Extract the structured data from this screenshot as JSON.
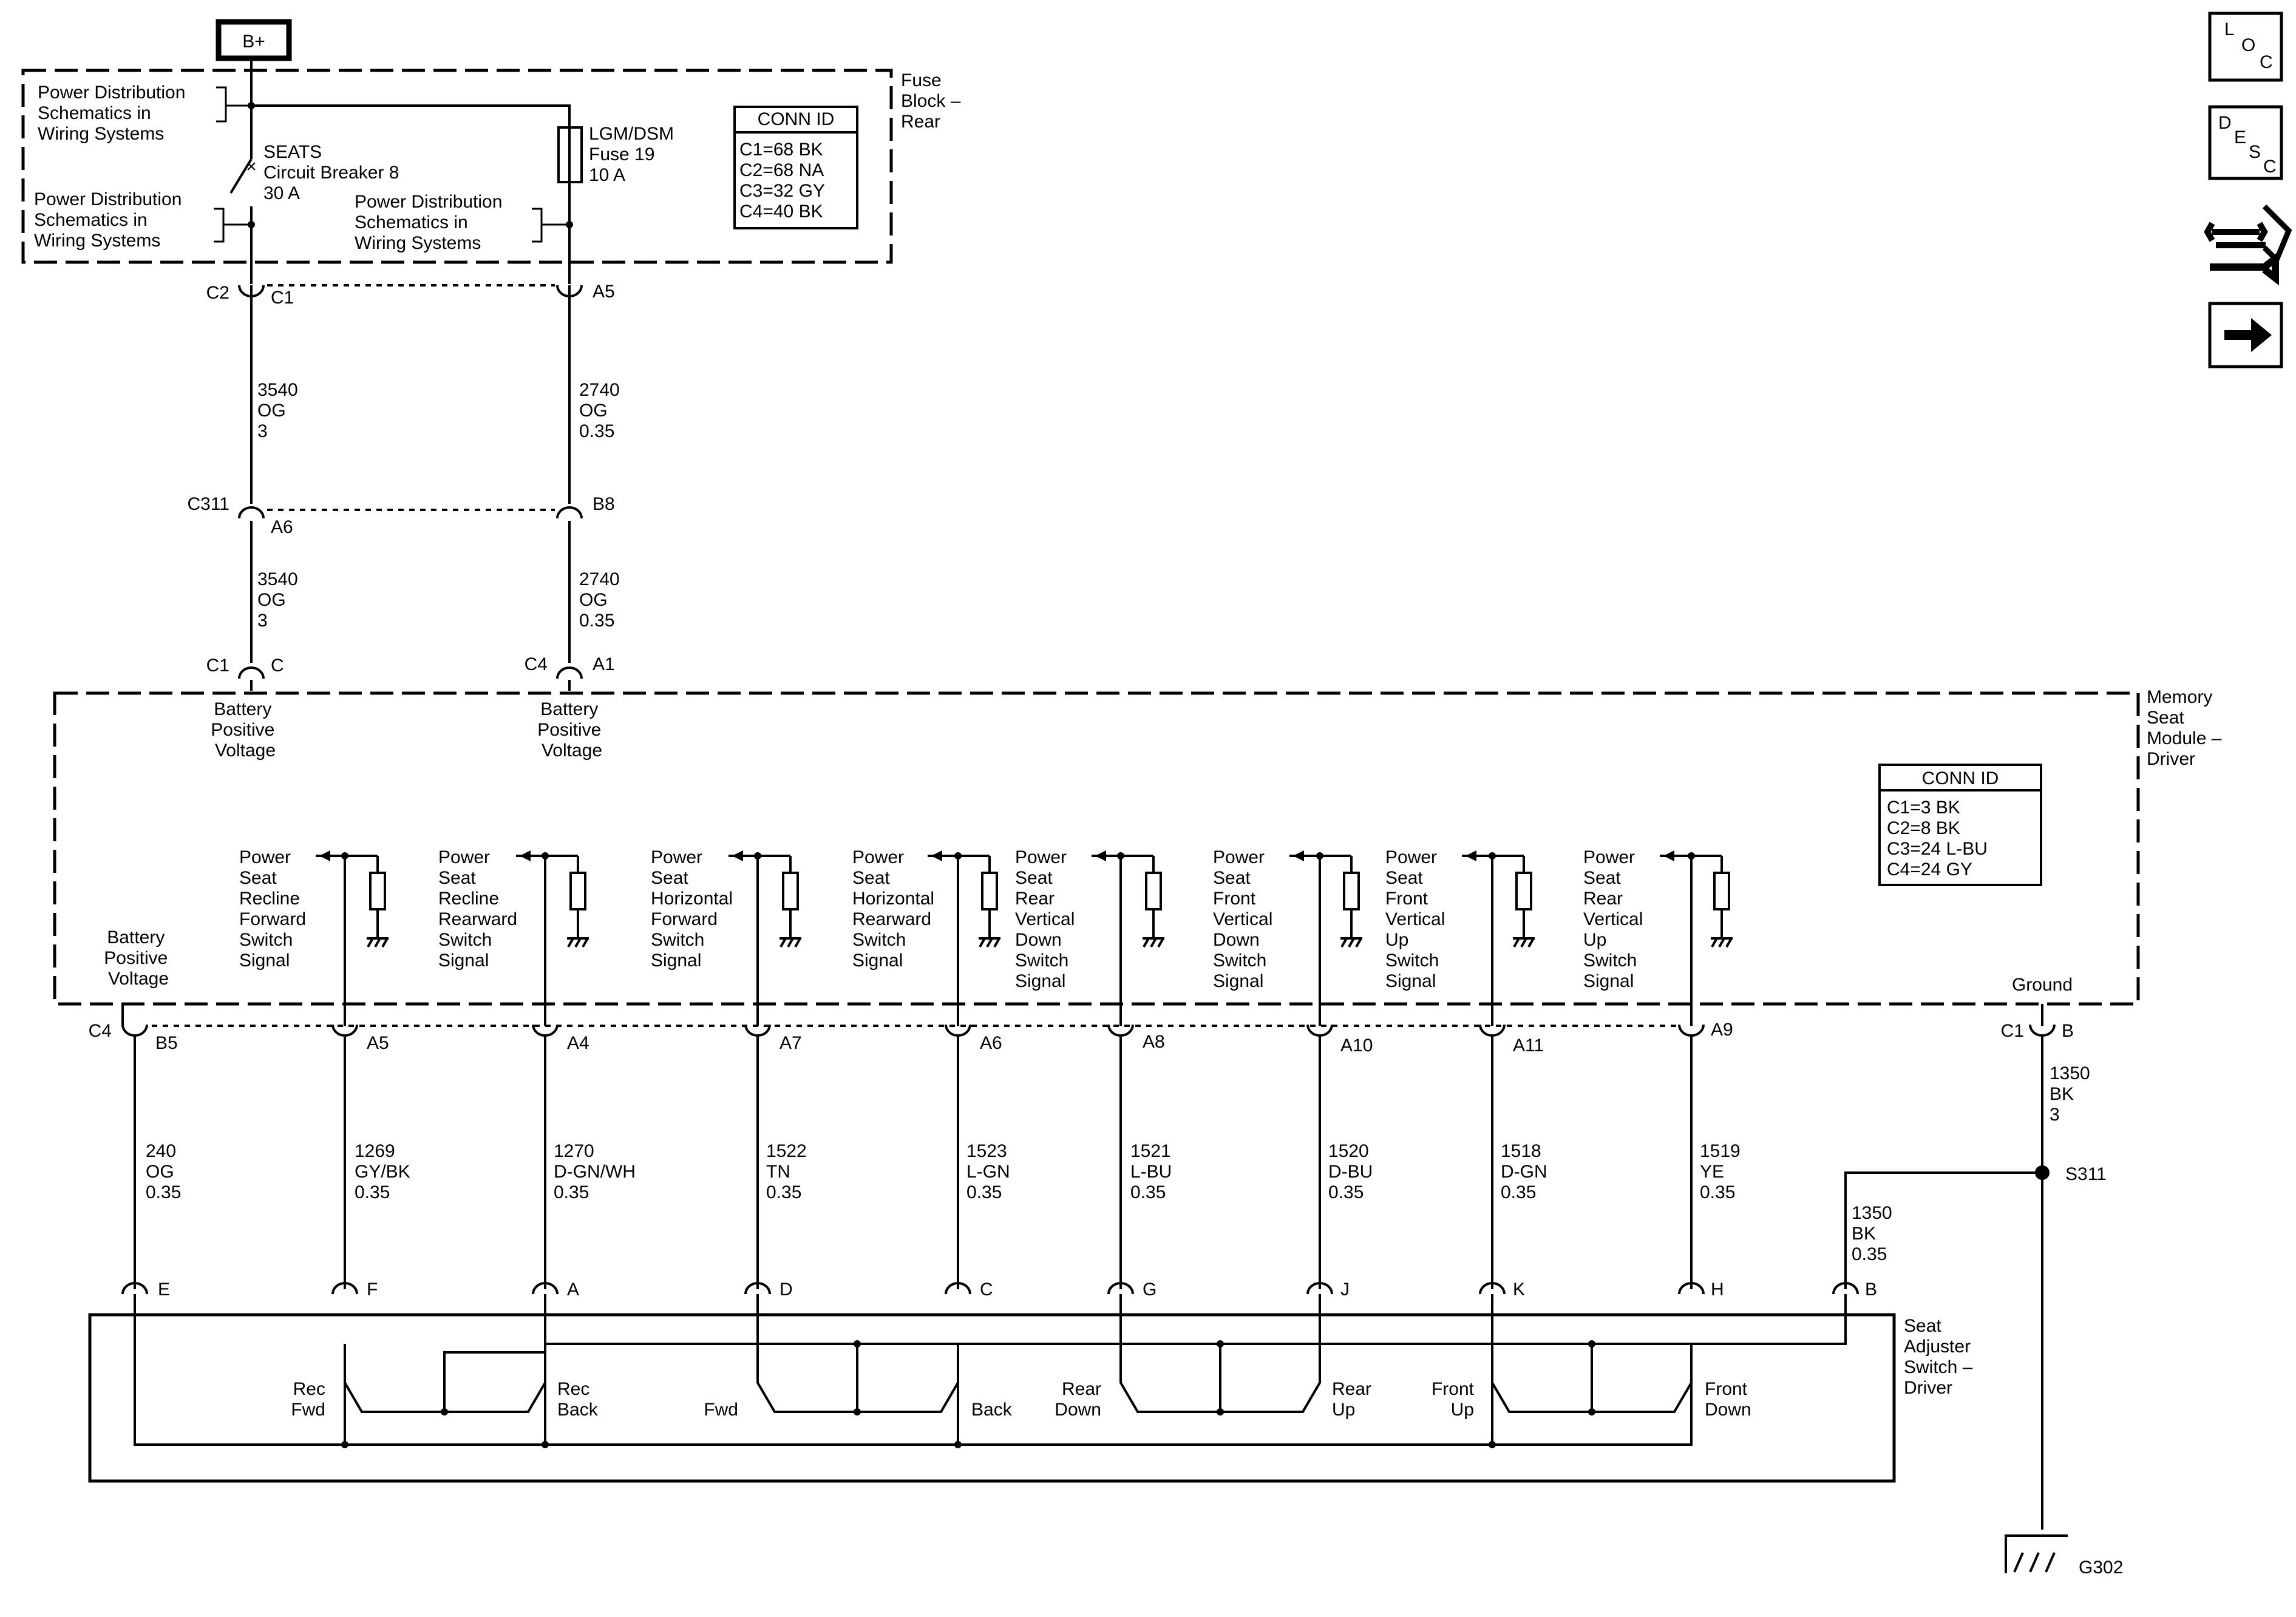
{
  "power": {
    "label": "B+"
  },
  "fuse_block": {
    "title": [
      "Fuse",
      "Block –",
      "Rear"
    ],
    "pd_refs": [
      [
        "Power Distribution",
        "Schematics in",
        "Wiring Systems"
      ],
      [
        "Power Distribution",
        "Schematics in",
        "Wiring Systems"
      ],
      [
        "Power Distribution",
        "Schematics in",
        "Wiring Systems"
      ]
    ],
    "breaker": [
      "SEATS",
      "Circuit Breaker 8",
      "30 A"
    ],
    "fuse": [
      "LGM/DSM",
      "Fuse 19",
      "10 A"
    ],
    "conn_id": {
      "title": "CONN ID",
      "items": [
        "C1=68 BK",
        "C2=68 NA",
        "C3=32 GY",
        "C4=40 BK"
      ]
    }
  },
  "upper_connectors": {
    "left_top": [
      "C2",
      "C1"
    ],
    "right_top": "A5",
    "left_mid": [
      "C311",
      "A6"
    ],
    "right_mid": "B8",
    "left_bot": [
      "C1",
      "C"
    ],
    "right_bot": [
      "C4",
      "A1"
    ]
  },
  "upper_wires": {
    "left_1": [
      "3540",
      "OG",
      "3"
    ],
    "right_1": [
      "2740",
      "OG",
      "0.35"
    ],
    "left_2": [
      "3540",
      "OG",
      "3"
    ],
    "right_2": [
      "2740",
      "OG",
      "0.35"
    ]
  },
  "module": {
    "title": [
      "Memory",
      "Seat",
      "Module –",
      "Driver"
    ],
    "batt_labels": [
      [
        "Battery",
        "Positive",
        "Voltage"
      ],
      [
        "Battery",
        "Positive",
        "Voltage"
      ],
      [
        "Battery",
        "Positive",
        "Voltage"
      ]
    ],
    "conn_id": {
      "title": "CONN ID",
      "items": [
        "C1=3 BK",
        "C2=8 BK",
        "C3=24 L-BU",
        "C4=24 GY"
      ]
    },
    "ground_label": "Ground",
    "signals": [
      [
        "Power",
        "Seat",
        "Recline",
        "Forward",
        "Switch",
        "Signal"
      ],
      [
        "Power",
        "Seat",
        "Recline",
        "Rearward",
        "Switch",
        "Signal"
      ],
      [
        "Power",
        "Seat",
        "Horizontal",
        "Forward",
        "Switch",
        "Signal"
      ],
      [
        "Power",
        "Seat",
        "Horizontal",
        "Rearward",
        "Switch",
        "Signal"
      ],
      [
        "Power",
        "Seat",
        "Rear",
        "Vertical",
        "Down",
        "Switch",
        "Signal"
      ],
      [
        "Power",
        "Seat",
        "Front",
        "Vertical",
        "Down",
        "Switch",
        "Signal"
      ],
      [
        "Power",
        "Seat",
        "Front",
        "Vertical",
        "Up",
        "Switch",
        "Signal"
      ],
      [
        "Power",
        "Seat",
        "Rear",
        "Vertical",
        "Up",
        "Switch",
        "Signal"
      ]
    ]
  },
  "lower_connectors": {
    "c4": "C4",
    "pins_top": [
      "B5",
      "A5",
      "A4",
      "A7",
      "A6",
      "A8",
      "A10",
      "A11",
      "A9"
    ],
    "ground_conn": [
      "C1",
      "B"
    ],
    "pins_bottom": [
      "E",
      "F",
      "A",
      "D",
      "C",
      "G",
      "J",
      "K",
      "H",
      "B"
    ]
  },
  "lower_wires": [
    [
      "240",
      "OG",
      "0.35"
    ],
    [
      "1269",
      "GY/BK",
      "0.35"
    ],
    [
      "1270",
      "D-GN/WH",
      "0.35"
    ],
    [
      "1522",
      "TN",
      "0.35"
    ],
    [
      "1523",
      "L-GN",
      "0.35"
    ],
    [
      "1521",
      "L-BU",
      "0.35"
    ],
    [
      "1520",
      "D-BU",
      "0.35"
    ],
    [
      "1518",
      "D-GN",
      "0.35"
    ],
    [
      "1519",
      "YE",
      "0.35"
    ]
  ],
  "ground_wire": [
    "1350",
    "BK",
    "3"
  ],
  "ground_branch_wire": [
    "1350",
    "BK",
    "0.35"
  ],
  "splice": "S311",
  "ground_id": "G302",
  "switch": {
    "title": [
      "Seat",
      "Adjuster",
      "Switch –",
      "Driver"
    ],
    "labels": [
      [
        "Rec",
        "Fwd"
      ],
      [
        "Rec",
        "Back"
      ],
      [
        "Fwd"
      ],
      [
        "Back"
      ],
      [
        "Rear",
        "Down"
      ],
      [
        "Rear",
        "Up"
      ],
      [
        "Front",
        "Up"
      ],
      [
        "Front",
        "Down"
      ]
    ]
  },
  "nav": [
    {
      "icon": "loc-icon",
      "letters": [
        "L",
        "O",
        "C"
      ]
    },
    {
      "icon": "desc-icon",
      "letters": [
        "D",
        "E",
        "S",
        "C"
      ]
    },
    {
      "icon": "connector-wrench-icon"
    },
    {
      "icon": "next-arrow-icon"
    }
  ]
}
